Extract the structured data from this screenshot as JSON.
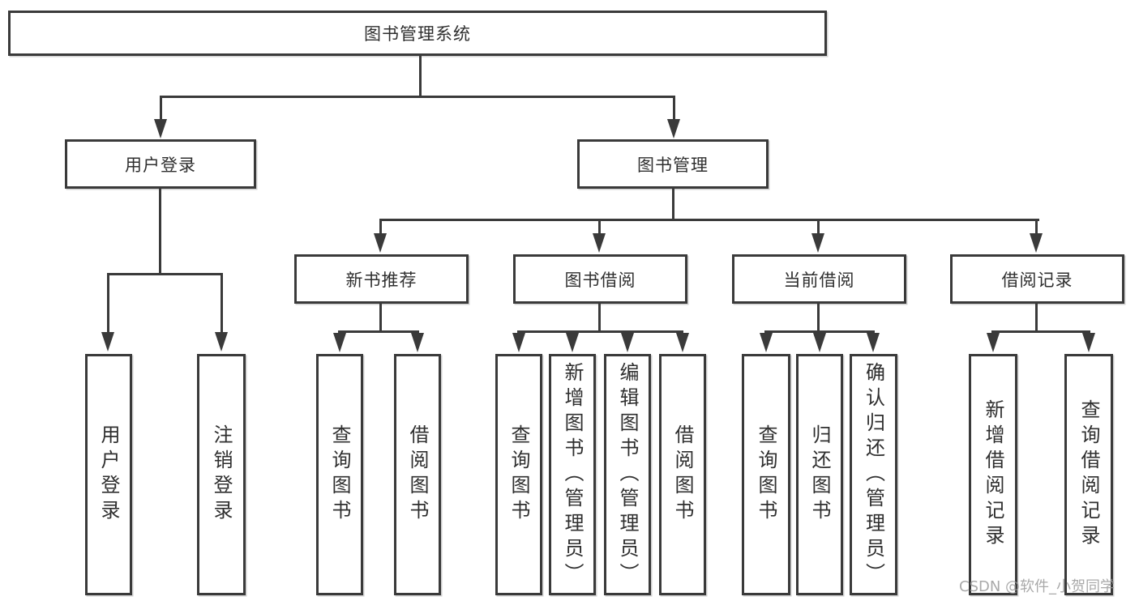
{
  "tree": {
    "label": "图书管理系统",
    "children": [
      {
        "label": "用户登录",
        "children": [
          {
            "label": "用户登录"
          },
          {
            "label": "注销登录"
          }
        ]
      },
      {
        "label": "图书管理",
        "children": [
          {
            "label": "新书推荐",
            "children": [
              {
                "label": "查询图书"
              },
              {
                "label": "借阅图书"
              }
            ]
          },
          {
            "label": "图书借阅",
            "children": [
              {
                "label": "查询图书"
              },
              {
                "label": "新增图书（管理员）"
              },
              {
                "label": "编辑图书（管理员）"
              },
              {
                "label": "借阅图书"
              }
            ]
          },
          {
            "label": "当前借阅",
            "children": [
              {
                "label": "查询图书"
              },
              {
                "label": "归还图书"
              },
              {
                "label": "确认归还（管理员）"
              }
            ]
          },
          {
            "label": "借阅记录",
            "children": [
              {
                "label": "新增借阅记录"
              },
              {
                "label": "查询借阅记录"
              }
            ]
          }
        ]
      }
    ]
  },
  "watermark": "CSDN @软件_小贺同学",
  "colors": {
    "line": "#3a3a3a",
    "text": "#2f2f2f",
    "background": "#ffffff",
    "watermark": "#9b9b9b"
  }
}
